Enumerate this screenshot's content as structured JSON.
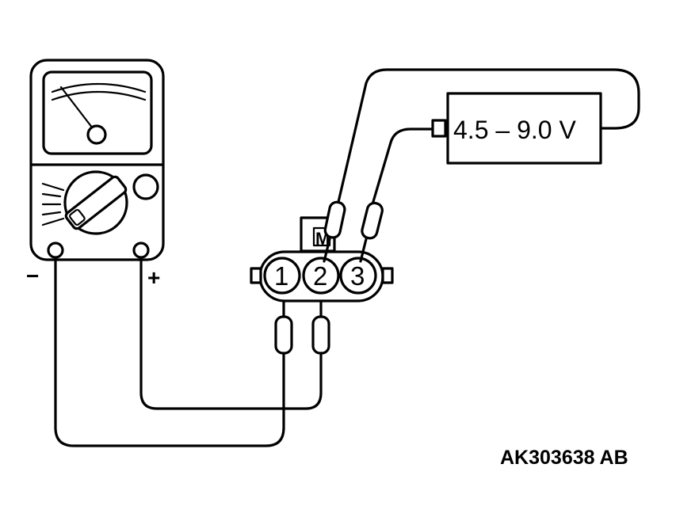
{
  "multimeter": {
    "negative_label": "−",
    "positive_label": "+"
  },
  "connector": {
    "pins": [
      "1",
      "2",
      "3"
    ],
    "latch_mark": "M"
  },
  "supply": {
    "label": "4.5 – 9.0 V"
  },
  "figure_code": "AK303638 AB"
}
